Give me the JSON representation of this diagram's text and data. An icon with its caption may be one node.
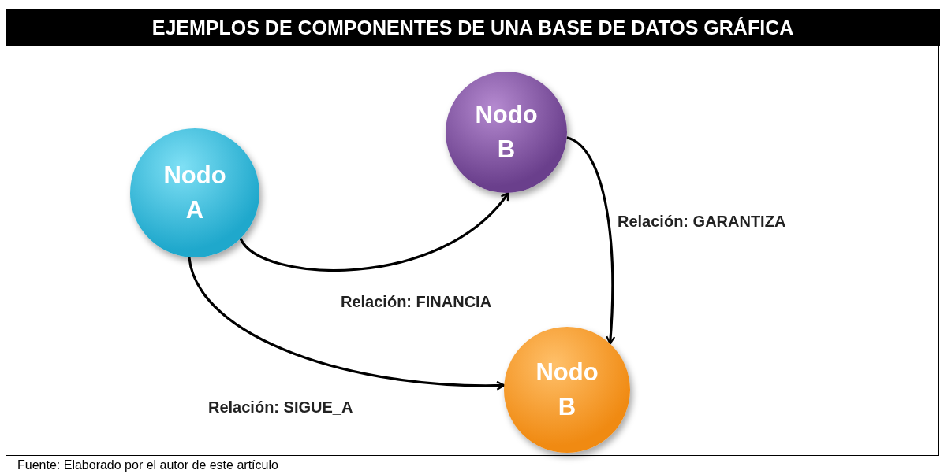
{
  "diagram": {
    "title": "EJEMPLOS DE COMPONENTES DE UNA BASE DE DATOS GRÁFICA",
    "caption": "Fuente: Elaborado por el autor de este artículo",
    "nodes": [
      {
        "text": [
          "Nodo A"
        ]
      },
      {
        "text": [
          "Nodo B"
        ]
      },
      {
        "text": [
          "Nodo B"
        ]
      }
    ],
    "edges": [
      {
        "from": 0,
        "to": 1,
        "arrow": "to",
        "label": "Relación: FINANCIA"
      },
      {
        "from": 0,
        "to": 2,
        "arrow": "to",
        "label": "Relación: SIGUE_A"
      },
      {
        "from": 1,
        "to": 2,
        "arrow": "to",
        "label": "Relación: GARANTIZA"
      }
    ]
  }
}
